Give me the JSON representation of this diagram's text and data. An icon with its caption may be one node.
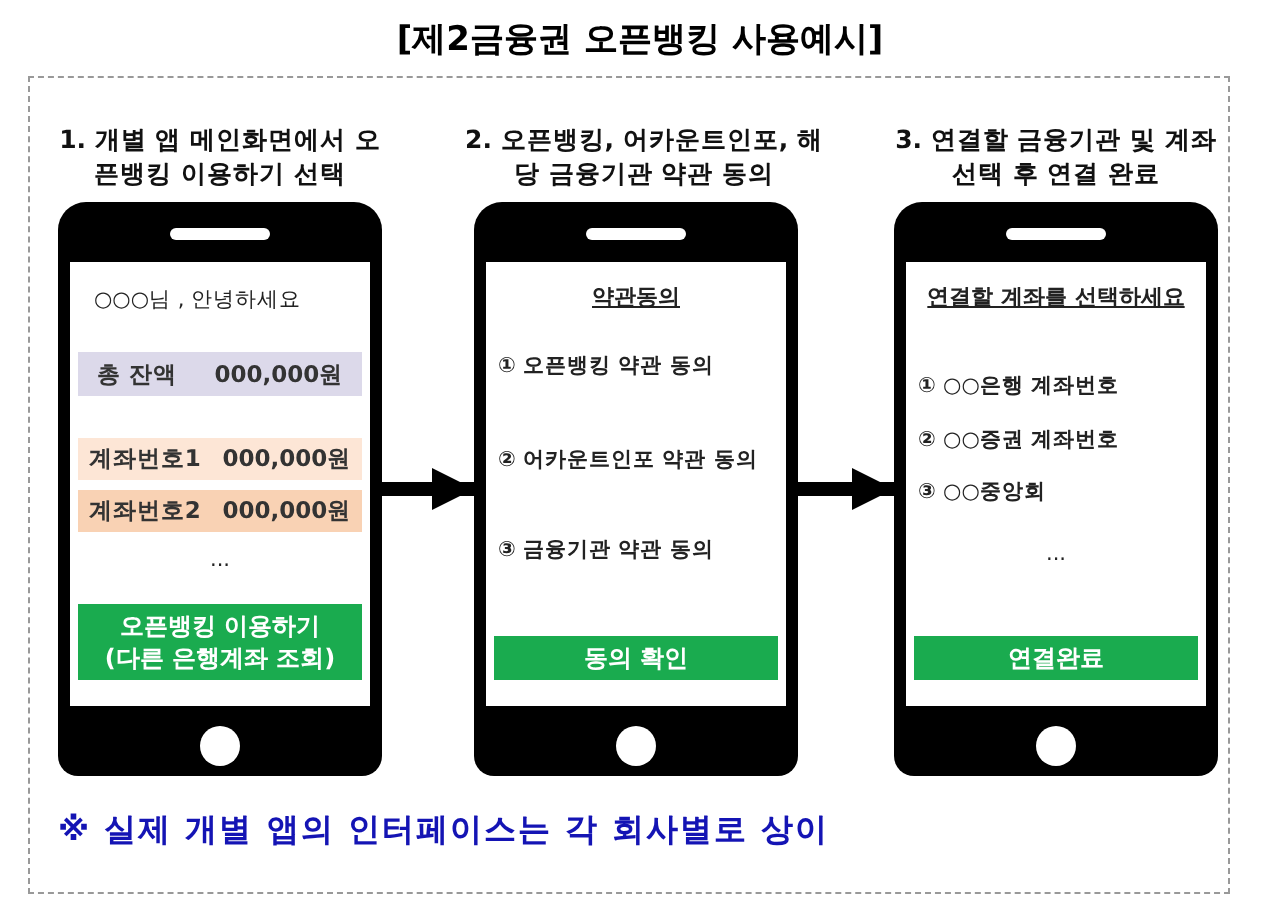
{
  "diagram": {
    "title": "[제2금융권 오픈뱅킹 사용예시]",
    "nodes": [
      {
        "text": [
          "※ 실제 개별 앱의 인터페이스는 각 회사별로 상이"
        ]
      },
      {
        "text": [
          "1. 개별 앱 메인화면에서 오픈뱅킹 이용하기 선택",
          "○○○님 , 안녕하세요",
          "..."
        ],
        "in": 0
      },
      {
        "text": [
          "총 잔액",
          "000,000원"
        ],
        "in": 1
      },
      {
        "text": [
          "계좌번호1",
          "000,000원"
        ],
        "in": 1
      },
      {
        "text": [
          "계좌번호2",
          "000,000원"
        ],
        "in": 1
      },
      {
        "text": [
          "오픈뱅킹 이용하기",
          "(다른 은행계좌 조회)"
        ],
        "in": 1
      },
      {
        "text": [
          "2. 오픈뱅킹, 어카운트인포, 해당 금융기관 약관 동의",
          "약관동의",
          "① 오픈뱅킹 약관 동의",
          "② 어카운트인포 약관 동의",
          "③ 금융기관 약관 동의"
        ],
        "in": 0
      },
      {
        "text": [
          "동의 확인"
        ],
        "in": 6
      },
      {
        "text": [
          "3. 연결할 금융기관 및 계좌 선택 후 연결 완료",
          "연결할 계좌를 선택하세요",
          "① ○○은행 계좌번호",
          "② ○○증권 계좌번호",
          "③ ○○중앙회",
          "..."
        ],
        "in": 0
      },
      {
        "text": [
          "연결완료"
        ],
        "in": 8
      }
    ],
    "edges": [
      {
        "from": 1,
        "to": 6,
        "arrow": "to"
      },
      {
        "from": 6,
        "to": 8,
        "arrow": "to"
      }
    ]
  }
}
